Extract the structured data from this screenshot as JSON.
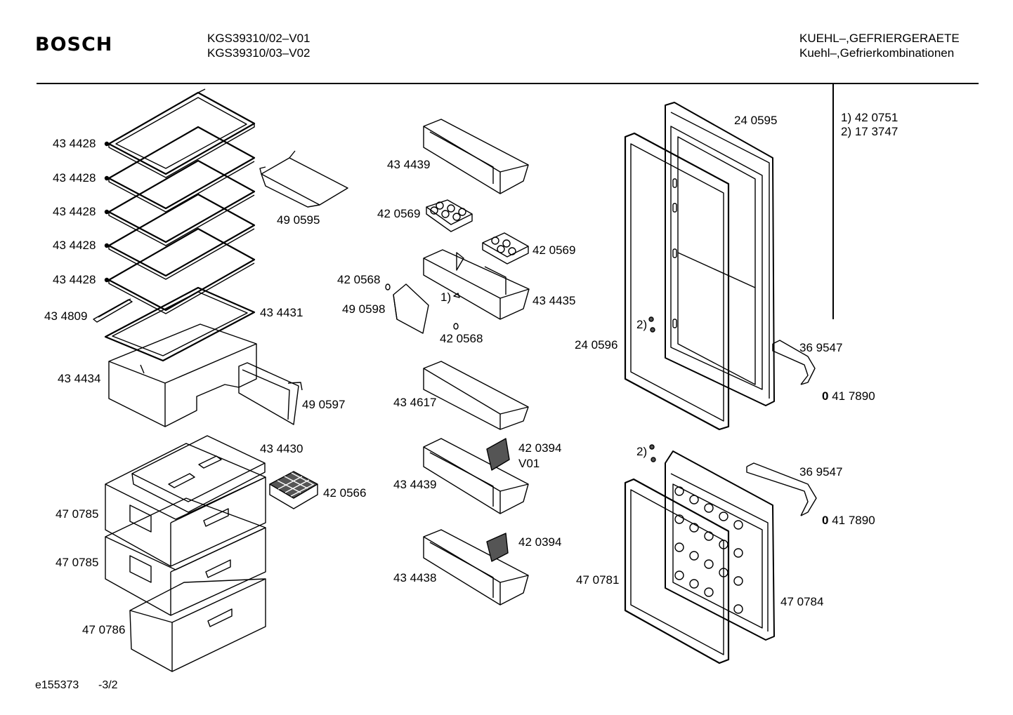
{
  "header": {
    "brand": "BOSCH",
    "models": [
      "KGS39310/02–V01",
      "KGS39310/03–V02"
    ],
    "category_line1": "KUEHL–,GEFRIERGERAETE",
    "category_line2": "Kuehl–,Gefrierkombinationen"
  },
  "notes": [
    "1)  42 0751",
    "2)  17 3747"
  ],
  "parts": {
    "shelf1": "43 4428",
    "shelf2": "43 4428",
    "shelf3": "43 4428",
    "shelf4": "43 4428",
    "shelf5": "43 4428",
    "rail": "43 4809",
    "cover_shelf": "43 4431",
    "crisper": "43 4434",
    "crisper_front": "49 0597",
    "tray": "49 0595",
    "icetray_lid": "43 4430",
    "icecube_tray": "42 0566",
    "drawer1": "47 0785",
    "drawer2": "47 0785",
    "drawer3": "47 0786",
    "door_bin1": "43 4439",
    "egg1": "42 0569",
    "egg2": "42 0569",
    "screw1": "42 0568",
    "flap": "49 0598",
    "note1_mark": "1)",
    "screw2": "42 0568",
    "door_bin2": "43 4435",
    "door_bin3": "43 4617",
    "divider1": "42 0394",
    "divider1_v": "V01",
    "door_bin4": "43 4439",
    "divider2": "42 0394",
    "door_bin5": "43 4438",
    "fridge_door": "24 0595",
    "fridge_gasket": "24 0596",
    "note2_mark_a": "2)",
    "handle1": "36 9547",
    "handle_part1_prefix": "0",
    "handle_part1": " 41 7890",
    "note2_mark_b": "2)",
    "handle2": "36 9547",
    "handle_part2_prefix": "0",
    "handle_part2": " 41 7890",
    "freezer_gasket": "47 0781",
    "freezer_door": "47 0784"
  },
  "footer": {
    "doc_id": "e155373",
    "page": "-3/2"
  }
}
